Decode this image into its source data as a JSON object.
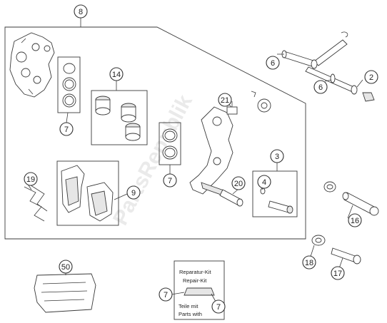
{
  "callouts": {
    "c8": "8",
    "c6a": "6",
    "c6b": "6",
    "c2": "2",
    "c14": "14",
    "c7a": "7",
    "c21": "21",
    "c7b": "7",
    "c3": "3",
    "c4": "4",
    "c20": "20",
    "c19": "19",
    "c9": "9",
    "c16": "16",
    "c18": "18",
    "c17": "17",
    "c50": "50",
    "c7c": "7",
    "c7d": "7"
  },
  "repair_kit": {
    "line1": "Reparatur-Kit",
    "line2": "Repair-Kit",
    "line3": "Teile mit",
    "line4": "Parts with"
  },
  "watermark": "PartsRepublik"
}
